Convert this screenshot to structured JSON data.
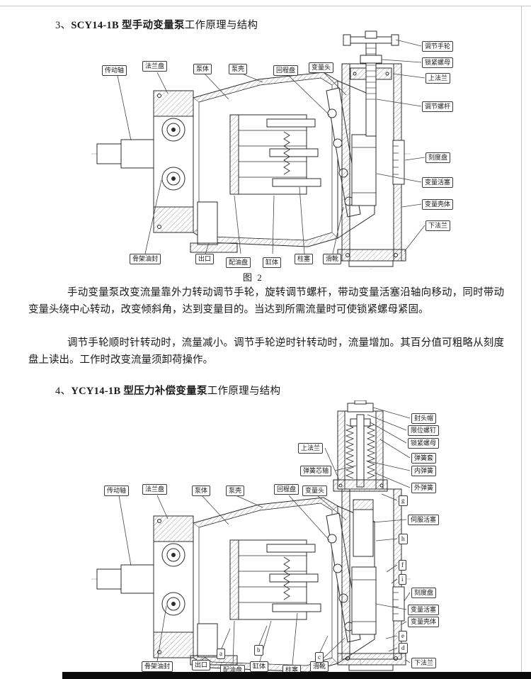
{
  "page": {
    "heading3": {
      "prefix": "3、",
      "strong": "SCY14-1B 型手动变量泵",
      "rest": "工作原理与结构"
    },
    "heading4": {
      "prefix": "4、",
      "strong": "YCY14-1B 型压力补偿变量泵",
      "rest": "工作原理与结构"
    },
    "figure_caption": "图 2",
    "para1": "手动变量泵改变流量靠外力转动调节手轮，旋转调节螺杆，带动变量活塞沿轴向移动，同时带动变量头绕中心转动，改变倾斜角，达到变量目的。当达到所需流量时可使锁紧螺母紧固。",
    "para2": "调节手轮顺时针转动时，流量减小。调节手轮逆时针转动时，流量增加。其百分值可粗略从刻度盘上读出。工作时改变流量须卸荷操作。"
  },
  "diagram1": {
    "top": [
      "传动轴",
      "法兰盘",
      "泵体",
      "泵壳",
      "回程盘",
      "变量头"
    ],
    "right": [
      "调节手轮",
      "锁紧螺母",
      "上法兰",
      "调节螺杆",
      "刻度盘",
      "变量活塞",
      "变量壳体",
      "下法兰"
    ],
    "bottom": [
      "骨架油封",
      "出口",
      "配油盘",
      "缸体",
      "柱塞",
      "滑靴"
    ]
  },
  "diagram2": {
    "top": [
      "传动轴",
      "法兰盘",
      "泵体",
      "泵壳",
      "回程盘",
      "变量头"
    ],
    "mid": [
      "上法兰",
      "弹簧芯轴"
    ],
    "right": [
      "封头帽",
      "限位螺钉",
      "锁紧螺母",
      "弹簧套",
      "内弹簧",
      "外弹簧",
      "g",
      "伺服活塞",
      "h",
      "f",
      "i",
      "刻度盘",
      "变量活塞",
      "变量壳体",
      "e",
      "d",
      "下法兰"
    ],
    "bottom": [
      "骨架油封",
      "出口",
      "配油盘",
      "缸体",
      "柱塞",
      "滑靴"
    ],
    "letters": [
      "a",
      "b",
      "c"
    ]
  }
}
